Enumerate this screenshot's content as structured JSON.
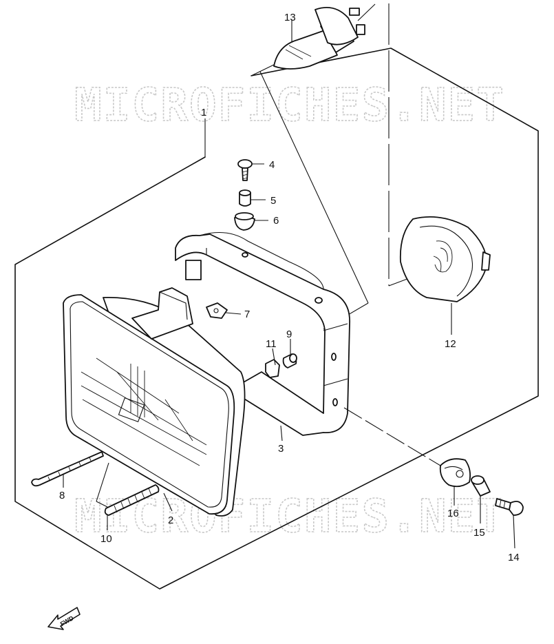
{
  "watermark": "MICROFICHES.NET",
  "fwd_label": "FWD",
  "callouts": [
    {
      "id": "1"
    },
    {
      "id": "2"
    },
    {
      "id": "3"
    },
    {
      "id": "4"
    },
    {
      "id": "5"
    },
    {
      "id": "6"
    },
    {
      "id": "7"
    },
    {
      "id": "8"
    },
    {
      "id": "9"
    },
    {
      "id": "10"
    },
    {
      "id": "11"
    },
    {
      "id": "12"
    },
    {
      "id": "13"
    },
    {
      "id": "14"
    },
    {
      "id": "15"
    },
    {
      "id": "16"
    }
  ],
  "colors": {
    "line": "#111111",
    "watermark": "#c8c8c8",
    "background": "#ffffff"
  }
}
